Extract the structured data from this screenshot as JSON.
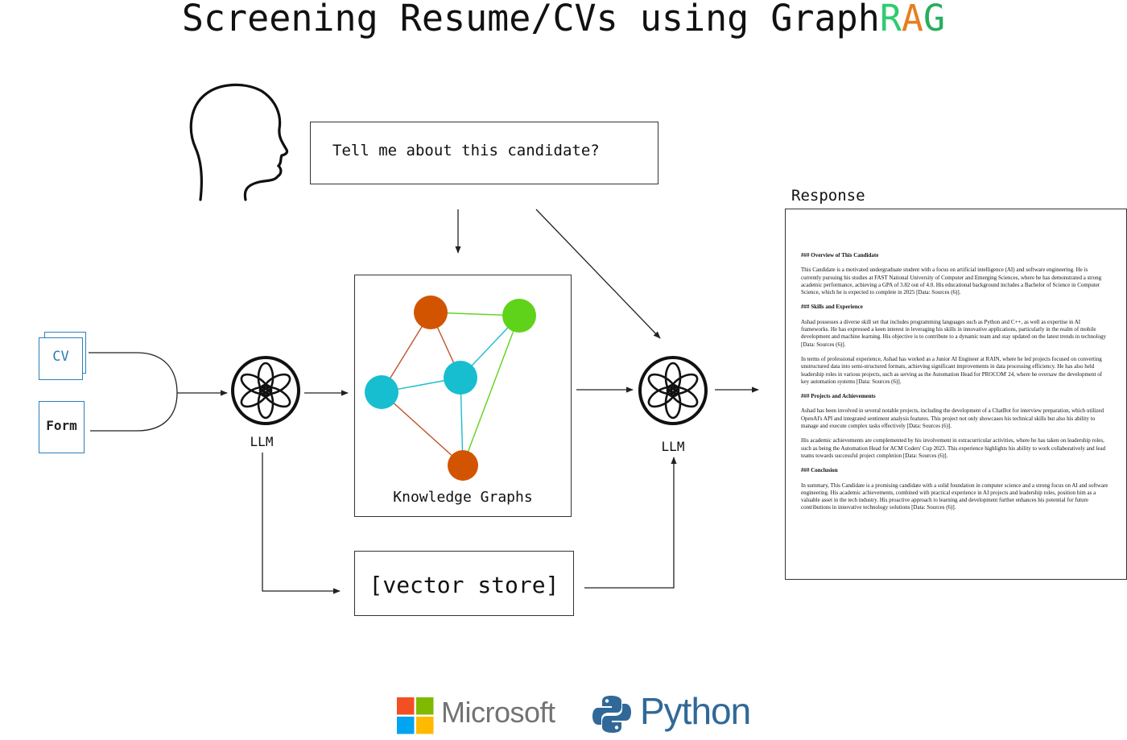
{
  "title": {
    "main": "Screening Resume/CVs using Graph",
    "r": "R",
    "a": "A",
    "g": "G"
  },
  "query": {
    "text": "Tell me about this candidate?"
  },
  "inputs": {
    "cv": "CV",
    "form": "Form"
  },
  "llm": {
    "first": "LLM",
    "second": "LLM"
  },
  "knowledge_graph": {
    "label": "Knowledge Graphs",
    "colors": {
      "orange": "#d35400",
      "green": "#5fd319",
      "cyan": "#17becf"
    }
  },
  "vector_store": {
    "label": "[vector store]"
  },
  "response": {
    "label": "Response",
    "paragraphs": [
      {
        "type": "h",
        "text": "### Overview of This Candidate"
      },
      {
        "type": "p",
        "text": "This Candidate is a motivated undergraduate student with a focus on artificial intelligence (AI) and software engineering. He is currently pursuing his studies at FAST National University of Computer and Emerging Sciences, where he has demonstrated a strong academic performance, achieving a GPA of 3.82 out of 4.0. His educational background includes a Bachelor of Science in Computer Science, which he is expected to complete in 2025 [Data: Sources (6)]."
      },
      {
        "type": "h",
        "text": "### Skills and Experience"
      },
      {
        "type": "p",
        "text": "Ashad possesses a diverse skill set that includes programming languages such as Python and C++, as well as expertise in AI frameworks. He has expressed a keen interest in leveraging his skills in innovative applications, particularly in the realm of mobile development and machine learning. His objective is to contribute to a dynamic team and stay updated on the latest trends in technology [Data: Sources (6)]."
      },
      {
        "type": "p",
        "text": "In terms of professional experience, Ashad has worked as a Junior AI Engineer at RAIN, where he led projects focused on converting unstructured data into semi-structured formats, achieving significant improvements in data processing efficiency. He has also held leadership roles in various projects, such as serving as the Automation Head for PROCOM' 24, where he oversaw the development of key automation systems [Data: Sources (6)]."
      },
      {
        "type": "h",
        "text": "### Projects and Achievements"
      },
      {
        "type": "p",
        "text": "Ashad has been involved in several notable projects, including the development of a ChatBot for interview preparation, which utilized OpenAI's API and integrated sentiment analysis features. This project not only showcases his technical skills but also his ability to manage and execute complex tasks effectively [Data: Sources (6)]."
      },
      {
        "type": "p",
        "text": "His academic achievements are complemented by his involvement in extracurricular activities, where he has taken on leadership roles, such as being the Automation Head for ACM Coders' Cup 2023. This experience highlights his ability to work collaboratively and lead teams towards successful project completion [Data: Sources (6)]."
      },
      {
        "type": "h",
        "text": "### Conclusion"
      },
      {
        "type": "p",
        "text": "In summary, This Candidate is a promising candidate with a solid foundation in computer science and a strong focus on AI and software engineering. His academic achievements, combined with practical experience in AI projects and leadership roles, position him as a valuable asset in the tech industry. His proactive approach to learning and development further enhances his potential for future contributions in innovative technology solutions [Data: Sources (6)]."
      }
    ]
  },
  "logos": {
    "microsoft": "Microsoft",
    "python": "Python",
    "microsoft_colors": [
      "#f25022",
      "#7fba00",
      "#00a4ef",
      "#ffb900"
    ],
    "python_colors": [
      "#306998",
      "#ffd43b"
    ]
  }
}
